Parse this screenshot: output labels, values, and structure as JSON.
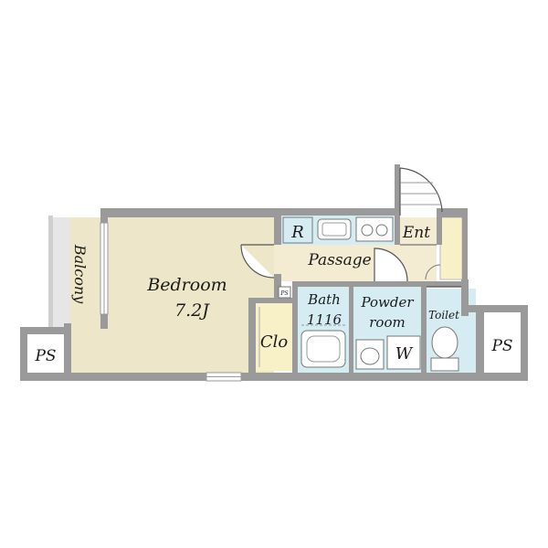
{
  "rooms": {
    "bedroom": {
      "name": "Bedroom",
      "size": "7.2J"
    },
    "balcony": {
      "name": "Balcony"
    },
    "passage": {
      "name": "Passage"
    },
    "entrance": {
      "name": "Ent"
    },
    "refrigerator": {
      "name": "R"
    },
    "closet": {
      "name": "Clo"
    },
    "bath": {
      "name": "Bath",
      "size": "1116"
    },
    "powder_room": {
      "name_line1": "Powder",
      "name_line2": "room"
    },
    "washer": {
      "name": "W"
    },
    "toilet": {
      "name": "Toilet"
    },
    "ps_left": {
      "name": "PS"
    },
    "ps_right": {
      "name": "PS"
    },
    "ps_small": {
      "name": "PS"
    }
  },
  "colors": {
    "wall": "#9a9a9a",
    "bedroom_floor": "#eee6c8",
    "passage_floor": "#f3ecd2",
    "wet_area_floor": "#d6ecf3",
    "closet_floor": "#f8f1c8",
    "balcony_floor": "#e6e6e6"
  }
}
